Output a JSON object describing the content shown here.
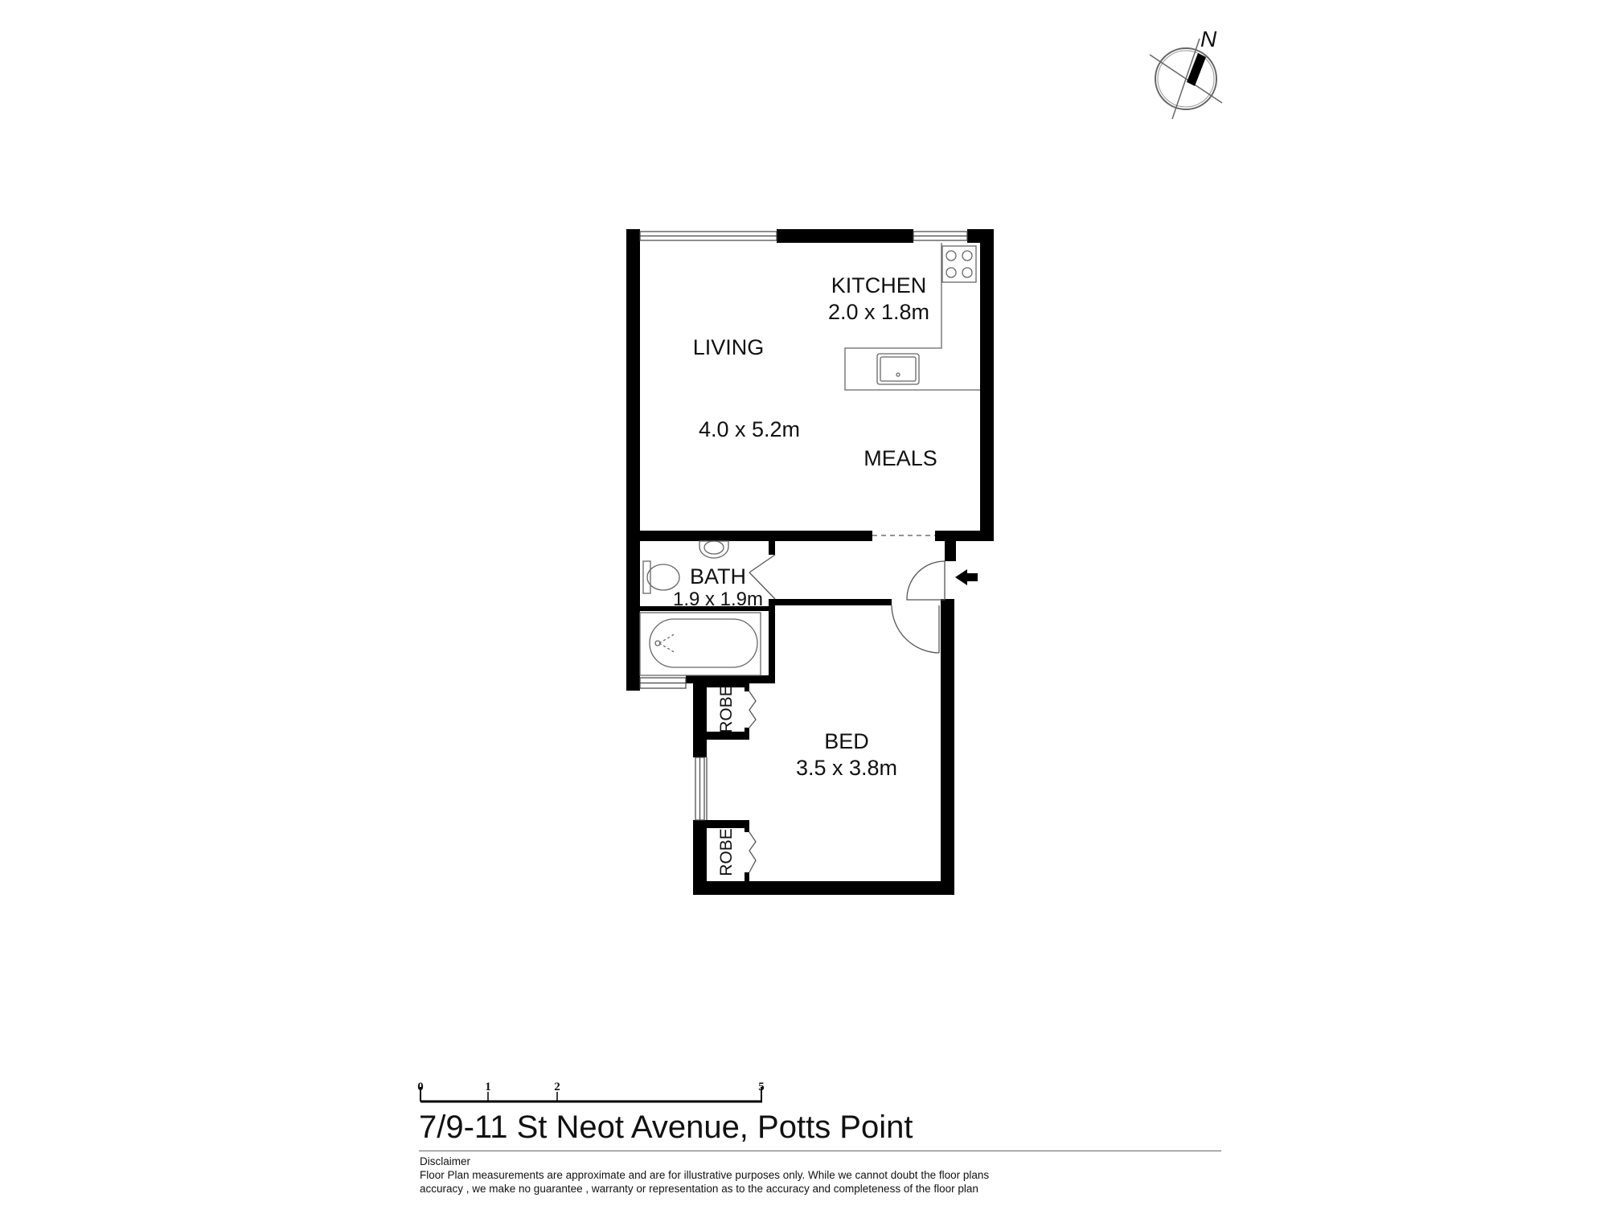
{
  "rooms": {
    "kitchen": {
      "name": "KITCHEN",
      "size": "2.0 x 1.8m"
    },
    "living": {
      "name": "LIVING",
      "size": "4.0 x 5.2m"
    },
    "meals": {
      "name": "MEALS"
    },
    "bath": {
      "name": "BATH",
      "size": "1.9 x 1.9m"
    },
    "bed": {
      "name": "BED",
      "size": "3.5 x 3.8m"
    },
    "robe_upper": {
      "name": "ROBE"
    },
    "robe_lower": {
      "name": "ROBE"
    }
  },
  "compass": {
    "north_label": "N"
  },
  "scale_bar": {
    "ticks": [
      "0",
      "1",
      "2",
      "5"
    ]
  },
  "address": "7/9-11 St Neot Avenue, Potts Point",
  "disclaimer": {
    "heading": "Disclaimer",
    "line1": "Floor Plan measurements are approximate and are for illustrative purposes only. While we cannot doubt the floor plans",
    "line2": "accuracy , we make no guarantee , warranty or representation as to the accuracy and completeness of the floor plan"
  },
  "colors": {
    "wall": "#000000",
    "fixture_line": "#555555",
    "background": "#ffffff"
  }
}
